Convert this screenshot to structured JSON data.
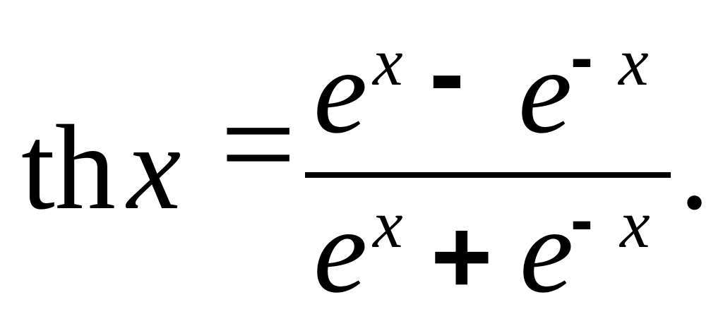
{
  "formula": {
    "function_name": "th",
    "variable": "x",
    "equals": "=",
    "numerator": {
      "base1": "e",
      "exp1": "x",
      "operator": "-",
      "base2": "e",
      "exp2_sign": "-",
      "exp2_var": "x"
    },
    "denominator": {
      "base1": "e",
      "exp1": "x",
      "operator": "+",
      "base2": "e",
      "exp2_sign": "-",
      "exp2_var": "x"
    },
    "terminator": "."
  }
}
